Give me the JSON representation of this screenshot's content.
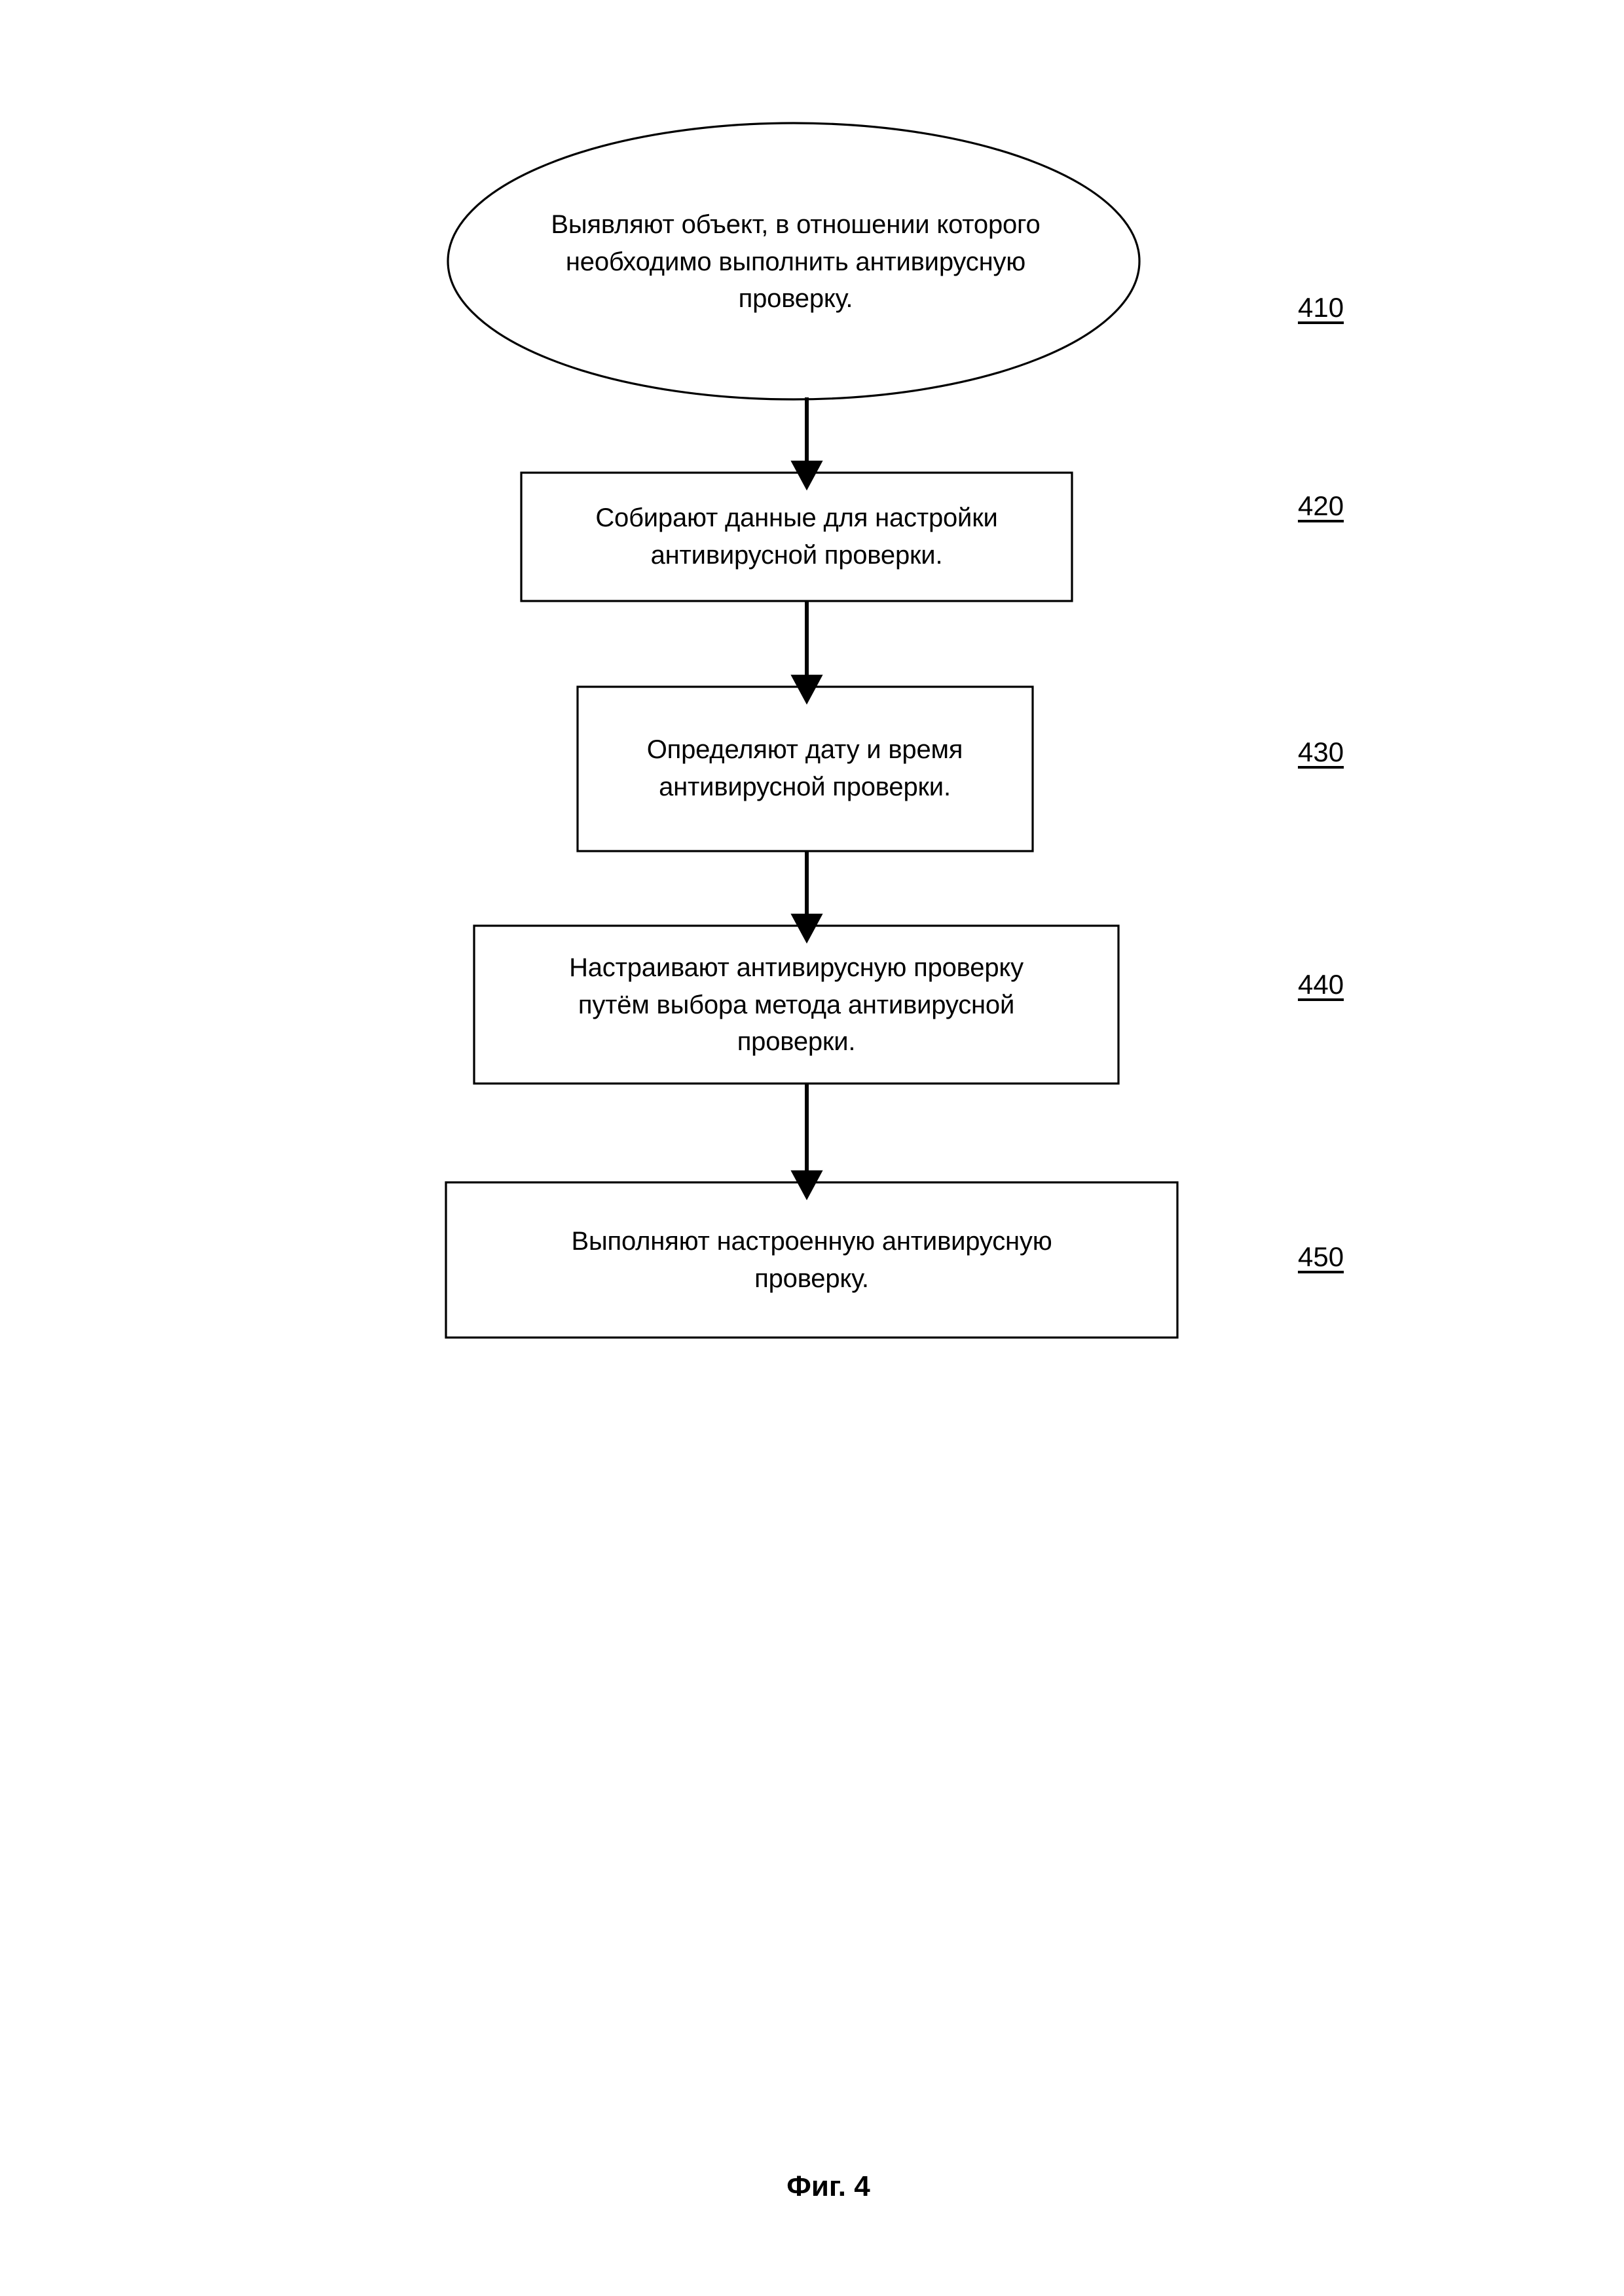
{
  "figure": {
    "caption": "Фиг. 4",
    "type": "flowchart",
    "shape_outline_color": "#000000",
    "background_color": "#ffffff"
  },
  "nodes": [
    {
      "id": "410",
      "shape": "ellipse",
      "text": "Выявляют объект, в отношении которого необходимо выполнить антивирусную проверку.",
      "lines": [
        "Выявляют объект, в отношении которого",
        "необходимо выполнить антивирусную",
        "проверку."
      ],
      "ref": "410"
    },
    {
      "id": "420",
      "shape": "rectangle",
      "text": "Собирают данные для настройки антивирусной проверки.",
      "lines": [
        "Собирают данные для настройки",
        "антивирусной проверки."
      ],
      "ref": "420"
    },
    {
      "id": "430",
      "shape": "rectangle",
      "text": "Определяют дату и время антивирусной проверки.",
      "lines": [
        "Определяют дату и время",
        "антивирусной проверки."
      ],
      "ref": "430"
    },
    {
      "id": "440",
      "shape": "rectangle",
      "text": "Настраивают антивирусную проверку путём выбора метода антивирусной проверки.",
      "lines": [
        "Настраивают антивирусную проверку",
        "путём выбора метода антивирусной",
        "проверки."
      ],
      "ref": "440"
    },
    {
      "id": "450",
      "shape": "rectangle",
      "text": "Выполняют настроенную антивирусную проверку.",
      "lines": [
        "Выполняют настроенную антивирусную",
        "проверку."
      ],
      "ref": "450"
    }
  ],
  "connectors": [
    {
      "from": "410",
      "to": "420",
      "style": "arrow-down"
    },
    {
      "from": "420",
      "to": "430",
      "style": "arrow-down"
    },
    {
      "from": "430",
      "to": "440",
      "style": "arrow-down"
    },
    {
      "from": "440",
      "to": "450",
      "style": "arrow-down"
    }
  ]
}
